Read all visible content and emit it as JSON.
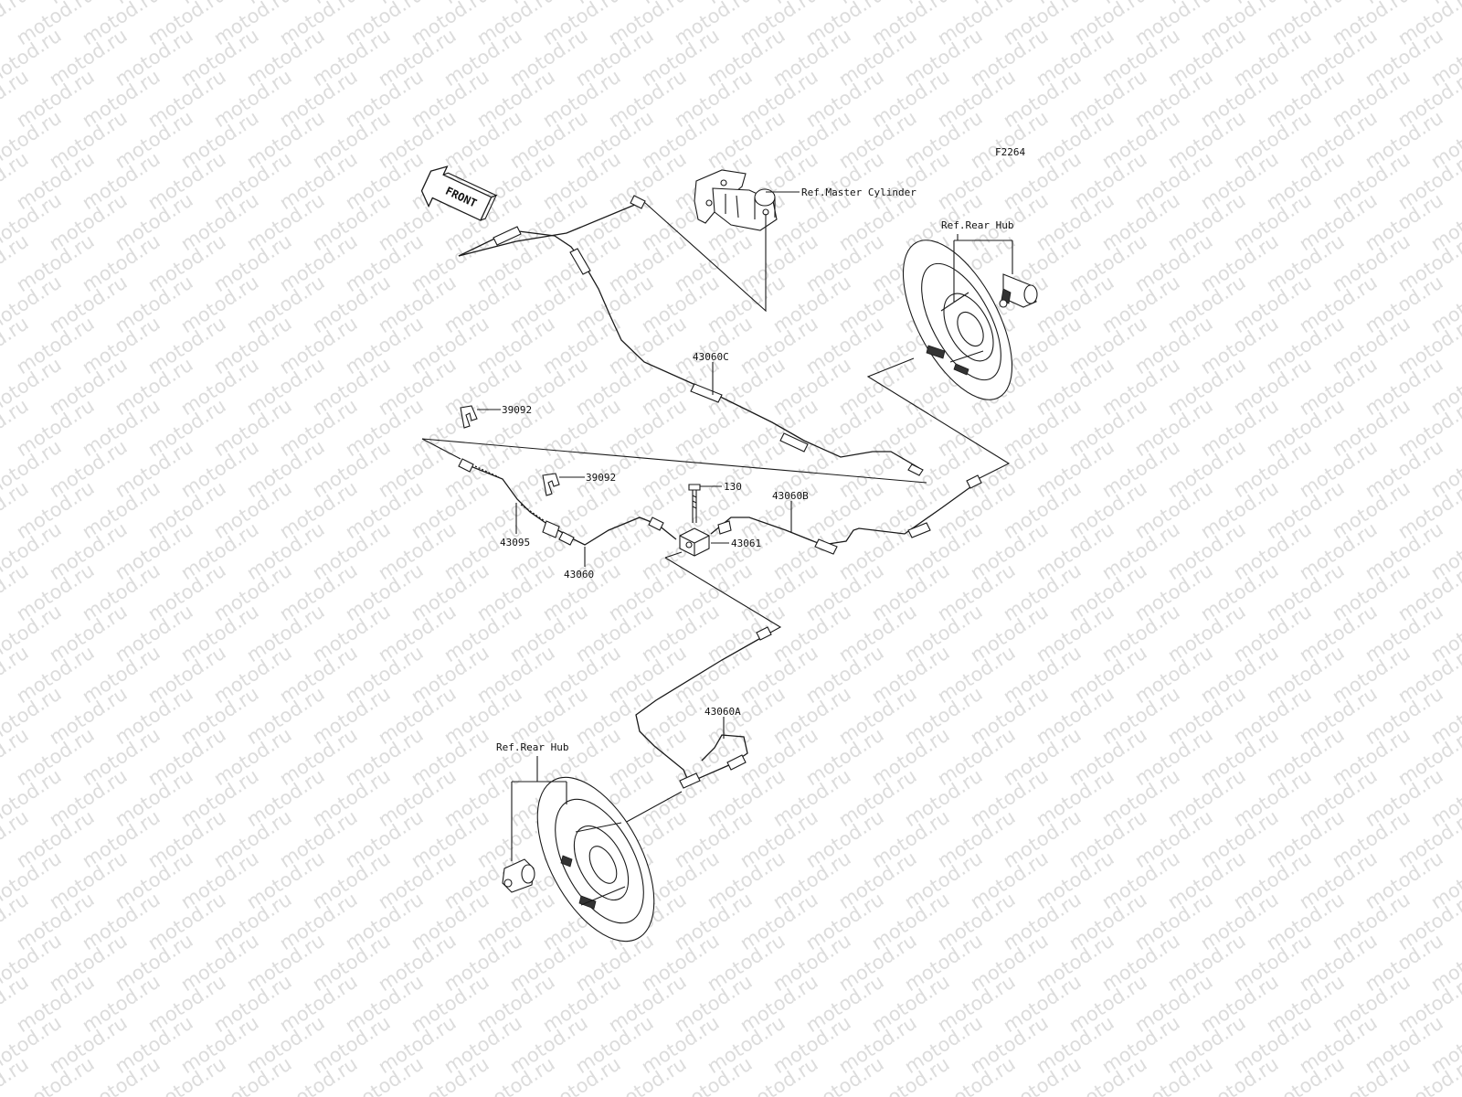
{
  "figure_id": "F2264",
  "front_label": "FRONT",
  "watermark": "motod.ru",
  "references": {
    "master_cylinder": "Ref.Master Cylinder",
    "rear_hub_right": "Ref.Rear Hub",
    "rear_hub_left": "Ref.Rear Hub"
  },
  "parts": [
    {
      "id": "43060C",
      "label": "43060C"
    },
    {
      "id": "39092_a",
      "label": "39092"
    },
    {
      "id": "39092_b",
      "label": "39092"
    },
    {
      "id": "130",
      "label": "130"
    },
    {
      "id": "43060B",
      "label": "43060B"
    },
    {
      "id": "43061",
      "label": "43061"
    },
    {
      "id": "43095",
      "label": "43095"
    },
    {
      "id": "43060",
      "label": "43060"
    },
    {
      "id": "43060A",
      "label": "43060A"
    }
  ]
}
